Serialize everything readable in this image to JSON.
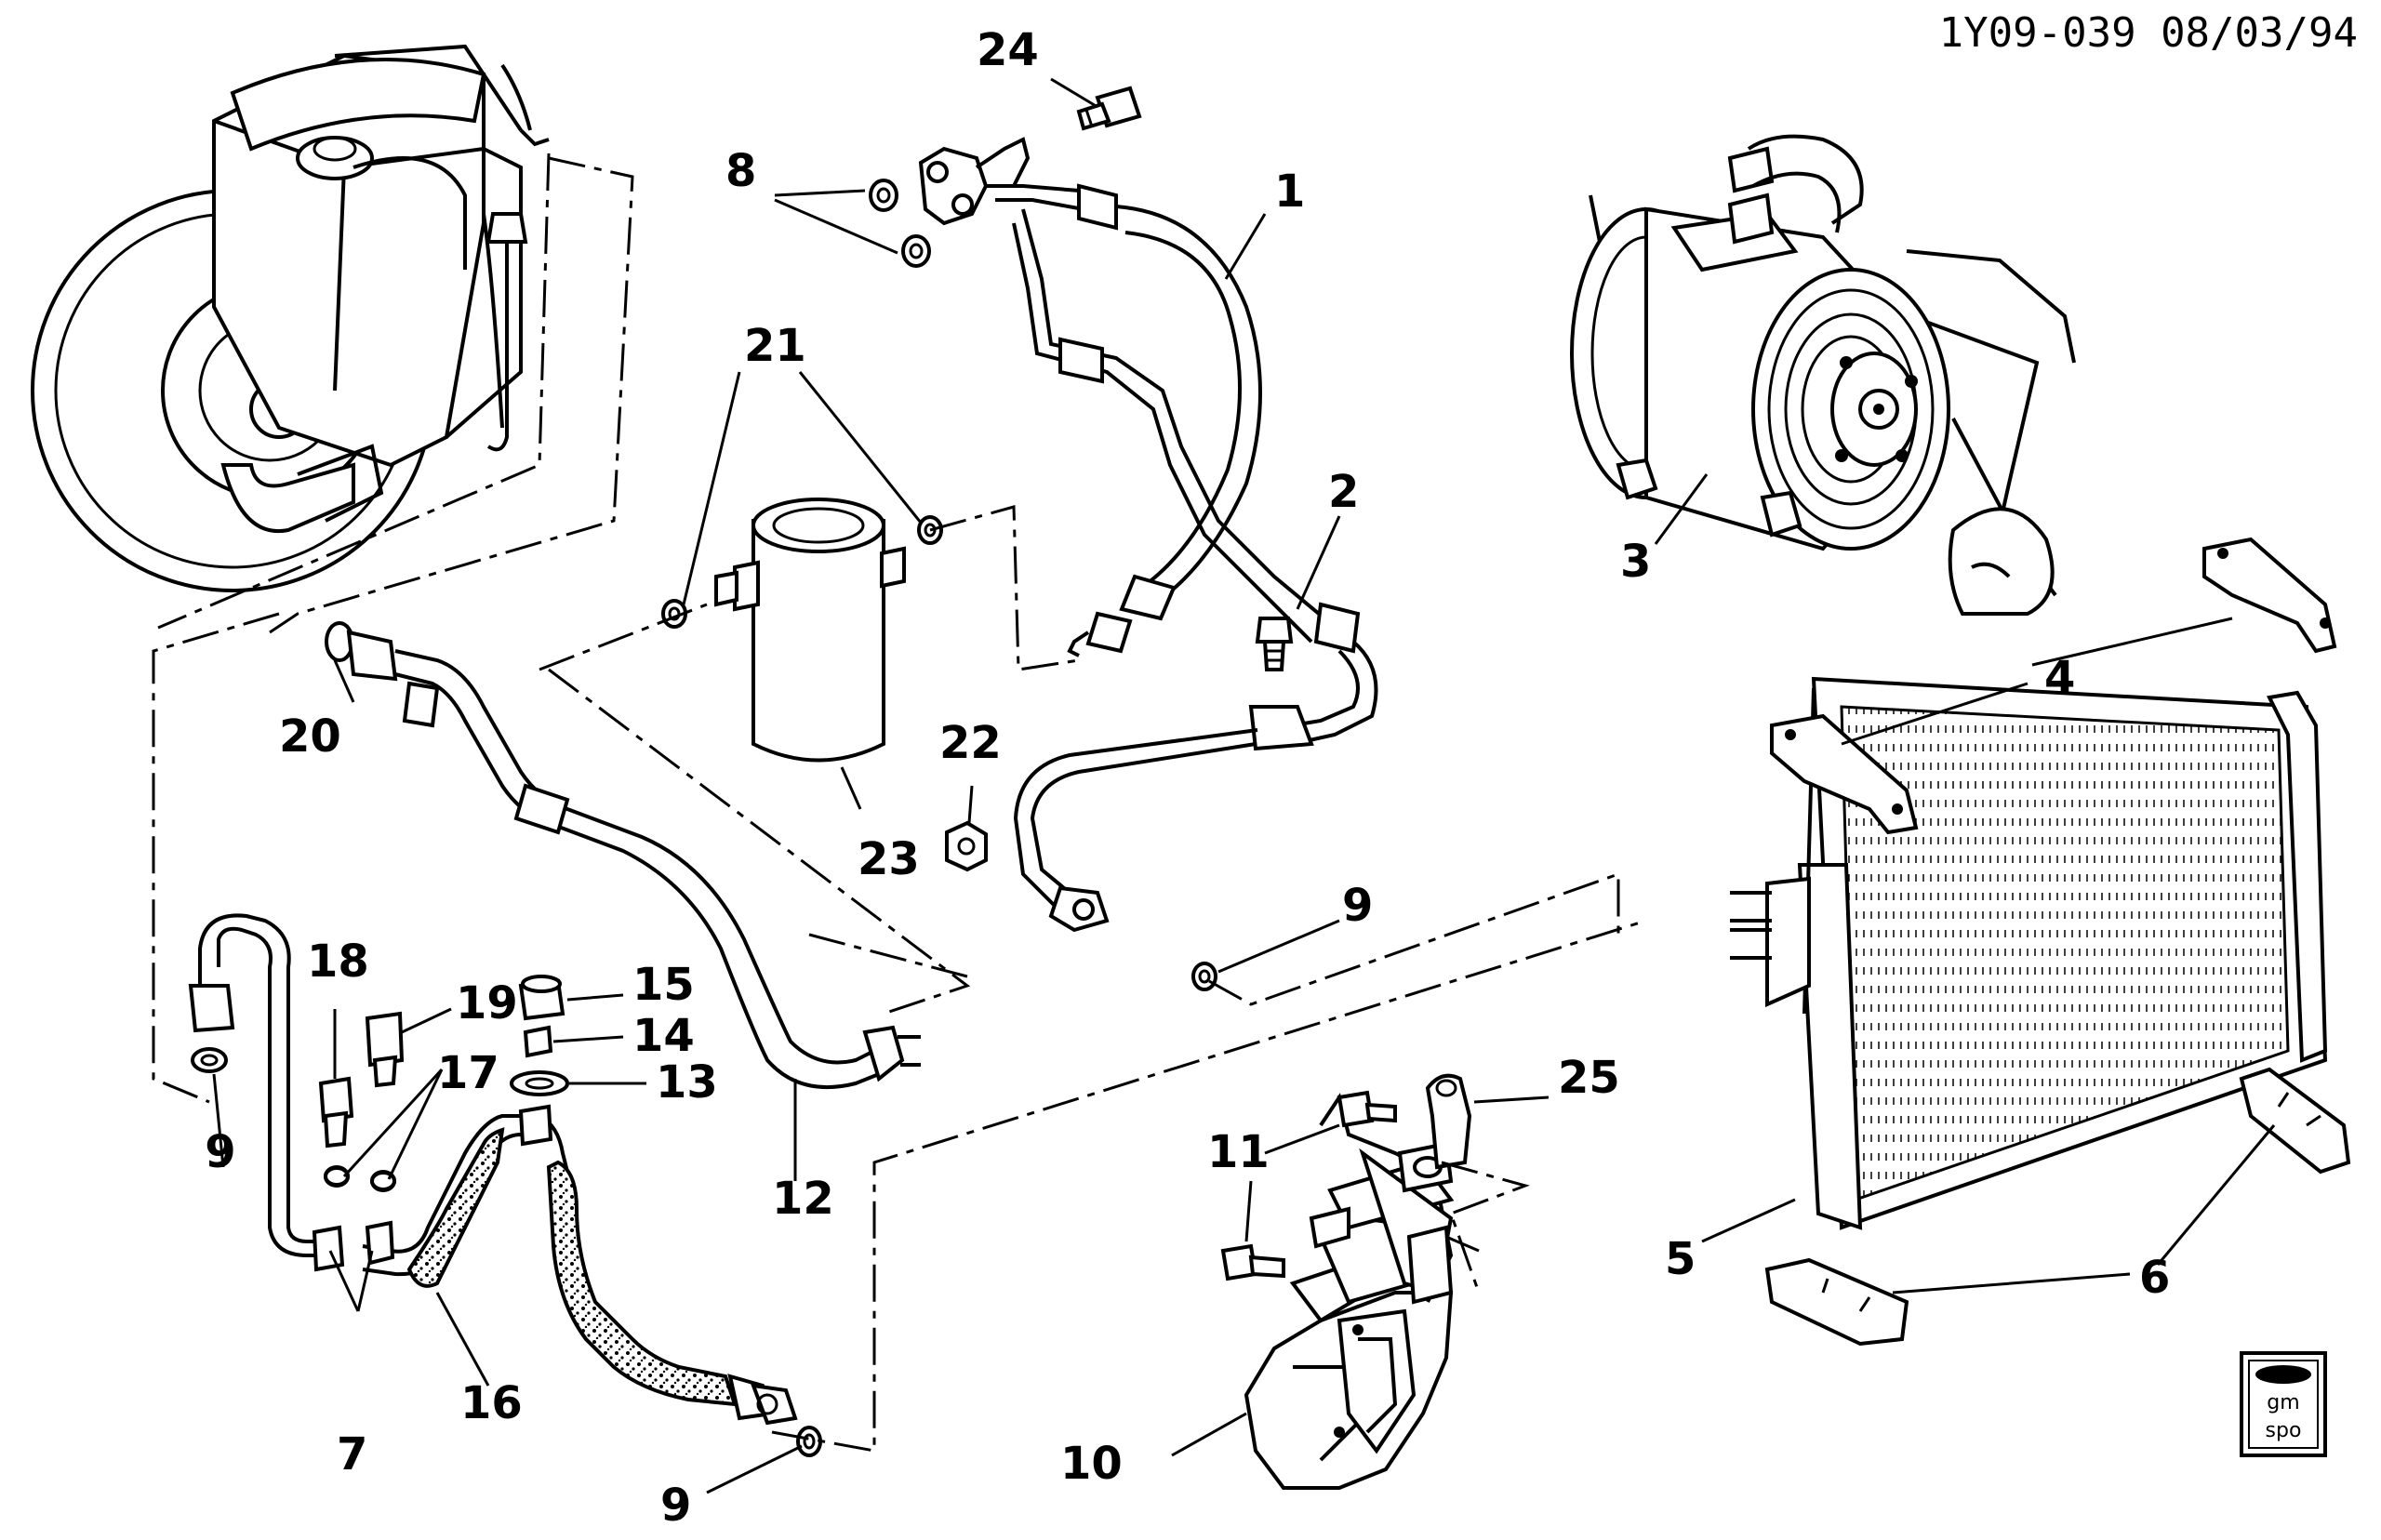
{
  "header": {
    "code": "1Y09-039 08/03/94"
  },
  "callouts": {
    "c1": "1",
    "c2": "2",
    "c3": "3",
    "c4": "4",
    "c5": "5",
    "c6": "6",
    "c7": "7",
    "c8": "8",
    "c9a": "9",
    "c9b": "9",
    "c9c": "9",
    "c10": "10",
    "c11": "11",
    "c12": "12",
    "c13": "13",
    "c14": "14",
    "c15": "15",
    "c16": "16",
    "c17": "17",
    "c18": "18",
    "c19": "19",
    "c20": "20",
    "c21": "21",
    "c22": "22",
    "c23": "23",
    "c24": "24",
    "c25": "25"
  },
  "logo": {
    "line1": "gm",
    "line2": "spo"
  }
}
